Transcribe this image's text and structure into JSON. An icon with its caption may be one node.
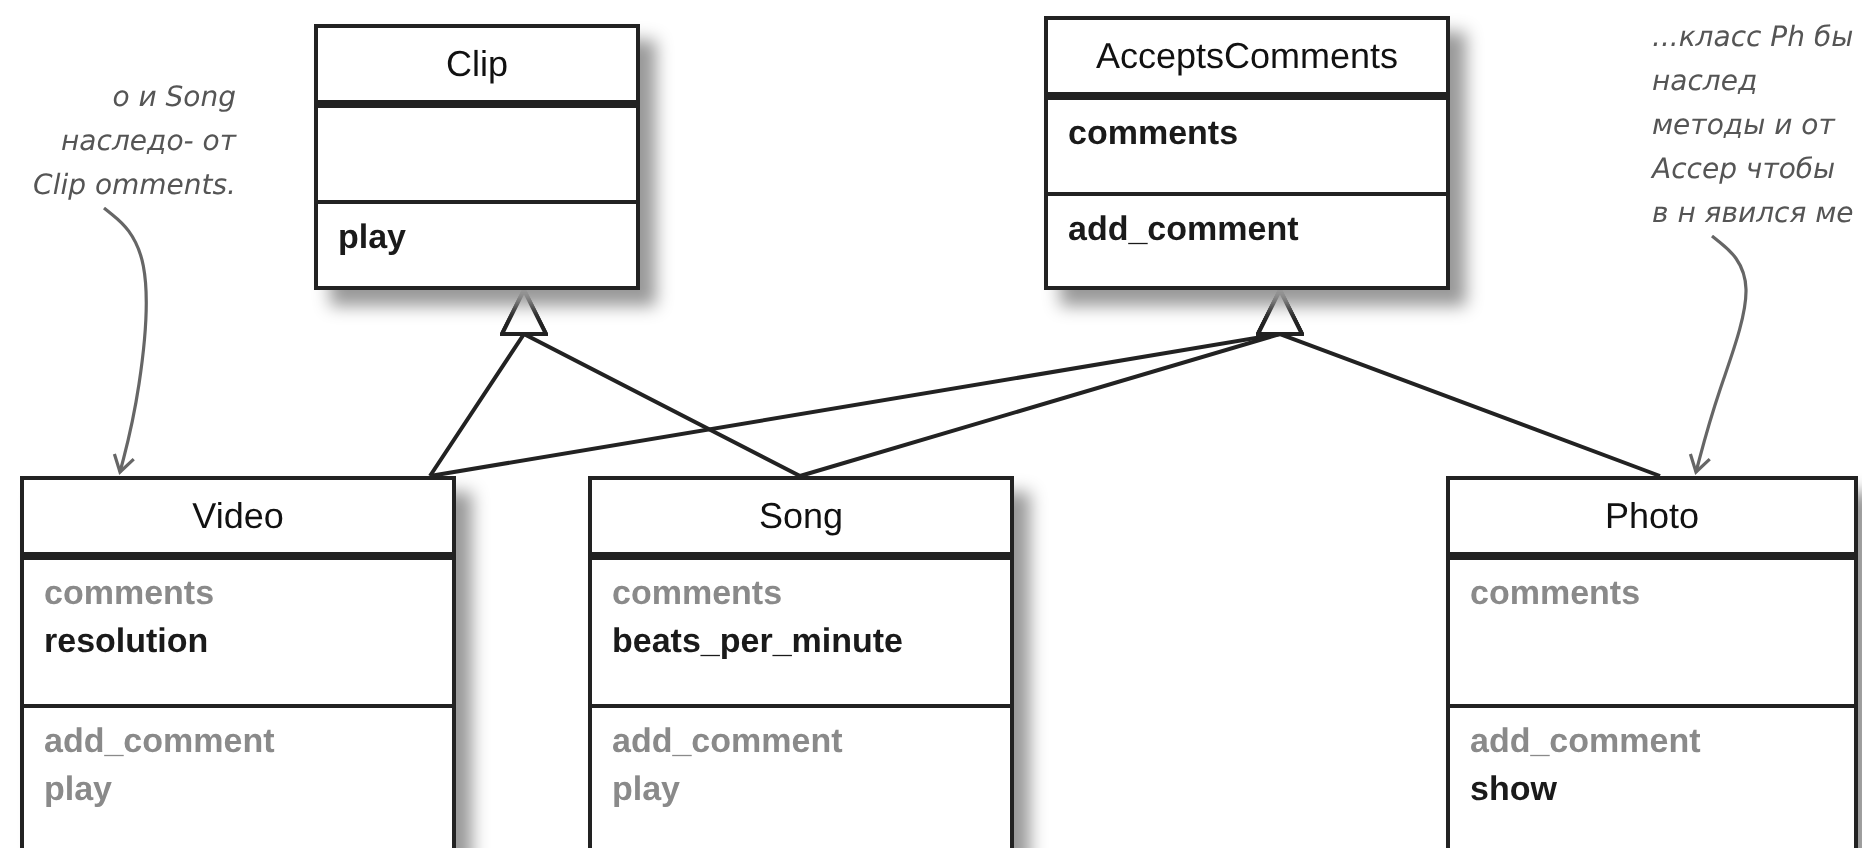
{
  "diagram": {
    "nodes": [
      {
        "text": [
          "Clip",
          "play"
        ]
      },
      {
        "text": [
          "AcceptsComments",
          "comments",
          "add_comment"
        ]
      },
      {
        "text": [
          "Video",
          "comments",
          "resolution",
          "add_comment",
          "play"
        ]
      },
      {
        "text": [
          "Song",
          "comments",
          "beats_per_minute",
          "add_comment",
          "play"
        ]
      },
      {
        "text": [
          "Photo",
          "comments",
          "add_comment",
          "show"
        ]
      },
      {
        "text": [
          "о и Song наследо- от Clip omments."
        ]
      },
      {
        "text": [
          "...класс Ph бы наслед методы и от Accep чтобы в н явился ме"
        ]
      }
    ],
    "edges": [
      {
        "from": 2,
        "to": 0,
        "arrow": "to"
      },
      {
        "from": 2,
        "to": 1,
        "arrow": "to"
      },
      {
        "from": 3,
        "to": 0,
        "arrow": "to"
      },
      {
        "from": 3,
        "to": 1,
        "arrow": "to"
      },
      {
        "from": 4,
        "to": 1,
        "arrow": "to"
      },
      {
        "from": 5,
        "to": 2,
        "arrow": "to"
      },
      {
        "from": 6,
        "to": 4,
        "arrow": "to"
      }
    ]
  }
}
